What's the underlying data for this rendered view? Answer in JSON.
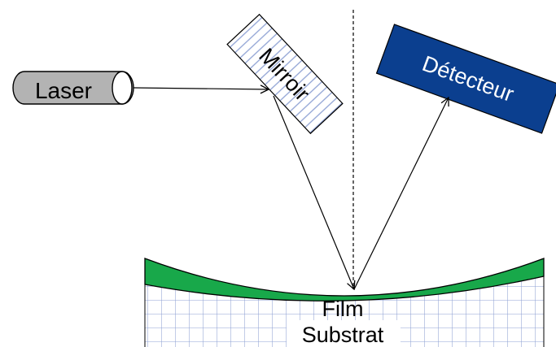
{
  "labels": {
    "laser": "Laser",
    "mirror": "Mirroir",
    "detector": "Détecteur",
    "film": "Film",
    "substrate": "Substrat"
  },
  "colors": {
    "laser_body": "#b3b3b3",
    "mirror_hatch": "#8fa2d4",
    "detector_fill": "#0b3f8f",
    "detector_text": "#ffffff",
    "film_fill": "#18a84a",
    "substrate_grid": "#8fa2d4",
    "beam": "#000000"
  },
  "icons": {
    "laser": "cylinder-shape",
    "mirror": "hatched-rectangle",
    "detector": "filled-rectangle",
    "normal": "dashed-line"
  }
}
